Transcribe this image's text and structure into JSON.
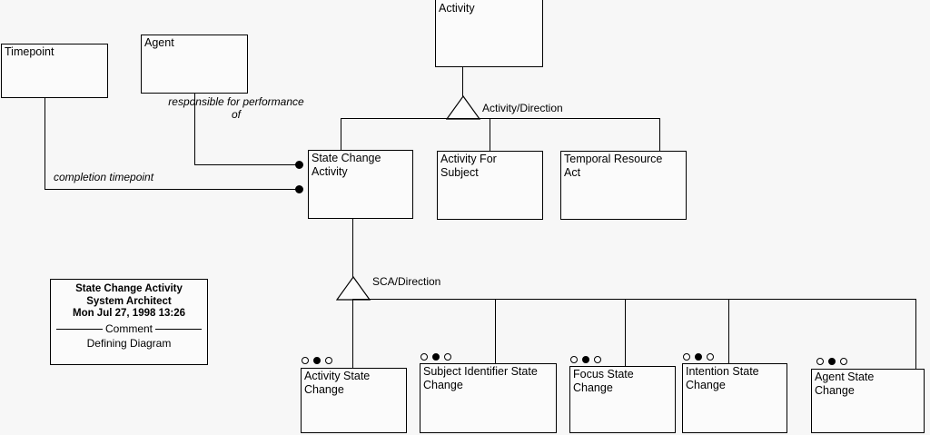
{
  "diagram": {
    "title": "State Change Activity",
    "background_color": "#f7f7f7",
    "line_color": "#000000"
  },
  "classes": {
    "timepoint": {
      "name": "Timepoint"
    },
    "agent": {
      "name": "Agent"
    },
    "activity": {
      "name": "Activity"
    },
    "state_change_activity": {
      "name": "State Change\nActivity"
    },
    "activity_for_subject": {
      "name": "Activity For\nSubject"
    },
    "temporal_resource_act": {
      "name": "Temporal Resource\nAct"
    },
    "activity_state_change": {
      "name": "Activity State\nChange"
    },
    "subject_identifier_state_change": {
      "name": "Subject Identifier State\nChange"
    },
    "focus_state_change": {
      "name": "Focus State\nChange"
    },
    "intention_state_change": {
      "name": "Intention State\nChange"
    },
    "agent_state_change": {
      "name": "Agent State\nChange"
    }
  },
  "relationships": {
    "activity_direction_label": "Activity/Direction",
    "sca_direction_label": "SCA/Direction",
    "responsible_label": "responsible for performance\nof",
    "completion_label": "completion timepoint"
  },
  "note": {
    "line1": "State Change Activity",
    "line2": "System Architect",
    "line3": "Mon Jul 27, 1998  13:26",
    "separator_word": "Comment",
    "body": "Defining Diagram"
  },
  "subtype_markers": {
    "pattern": [
      "open",
      "filled",
      "open"
    ]
  }
}
